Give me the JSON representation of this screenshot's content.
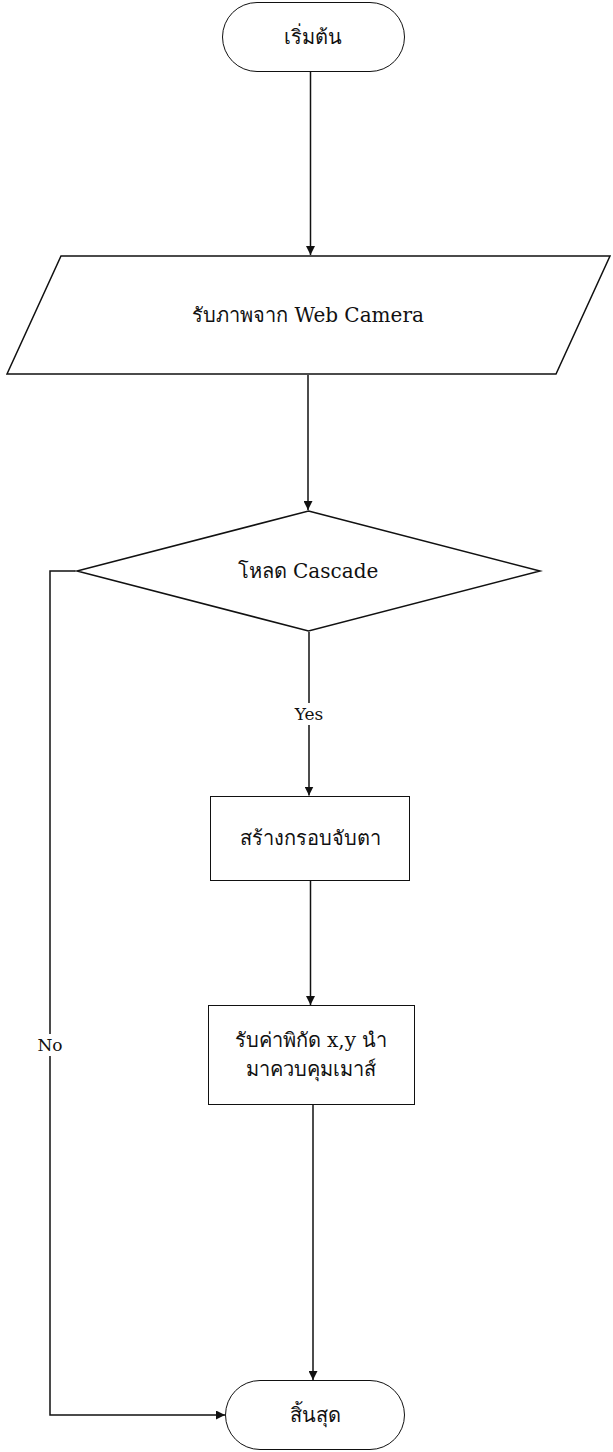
{
  "diagram": {
    "nodes": [
      {
        "text": [
          "เริ่มต้น"
        ]
      },
      {
        "text": [
          "รับภาพจาก Web Camera"
        ]
      },
      {
        "text": [
          "โหลด Cascade"
        ]
      },
      {
        "text": [
          "สร้างกรอบจับตา"
        ]
      },
      {
        "text": [
          "รับค่าพิกัด x,y นำมาควบคุมเมาส์"
        ]
      },
      {
        "text": [
          "สิ้นสุด"
        ]
      }
    ],
    "edges": [
      {
        "from": 0,
        "to": 1,
        "arrow": "to"
      },
      {
        "from": 1,
        "to": 2,
        "arrow": "to"
      },
      {
        "from": 2,
        "to": 3,
        "label": "Yes",
        "arrow": "to"
      },
      {
        "from": 3,
        "to": 4,
        "arrow": "to"
      },
      {
        "from": 4,
        "to": 5,
        "arrow": "to"
      },
      {
        "from": 2,
        "to": 5,
        "label": "No",
        "arrow": "to"
      }
    ]
  }
}
